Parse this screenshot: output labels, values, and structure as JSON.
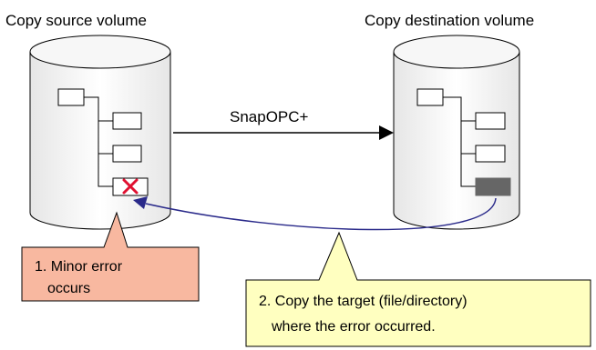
{
  "source_volume": {
    "title": "Copy source volume"
  },
  "destination_volume": {
    "title": "Copy destination volume"
  },
  "copy_arrow": {
    "label": "SnapOPC+"
  },
  "callout_error": {
    "line1": "1. Minor error",
    "line2": "occurs",
    "fill_color": "#f8b8a0"
  },
  "callout_copy": {
    "line1": "2. Copy the target (file/directory)",
    "line2": "where the error occurred.",
    "fill_color": "#ffffc0"
  },
  "colors": {
    "error_mark": "#e01030",
    "recovery_arrow": "#2a2a8a",
    "copied_block": "#666666",
    "volume_fill": "#f0f0f0"
  }
}
